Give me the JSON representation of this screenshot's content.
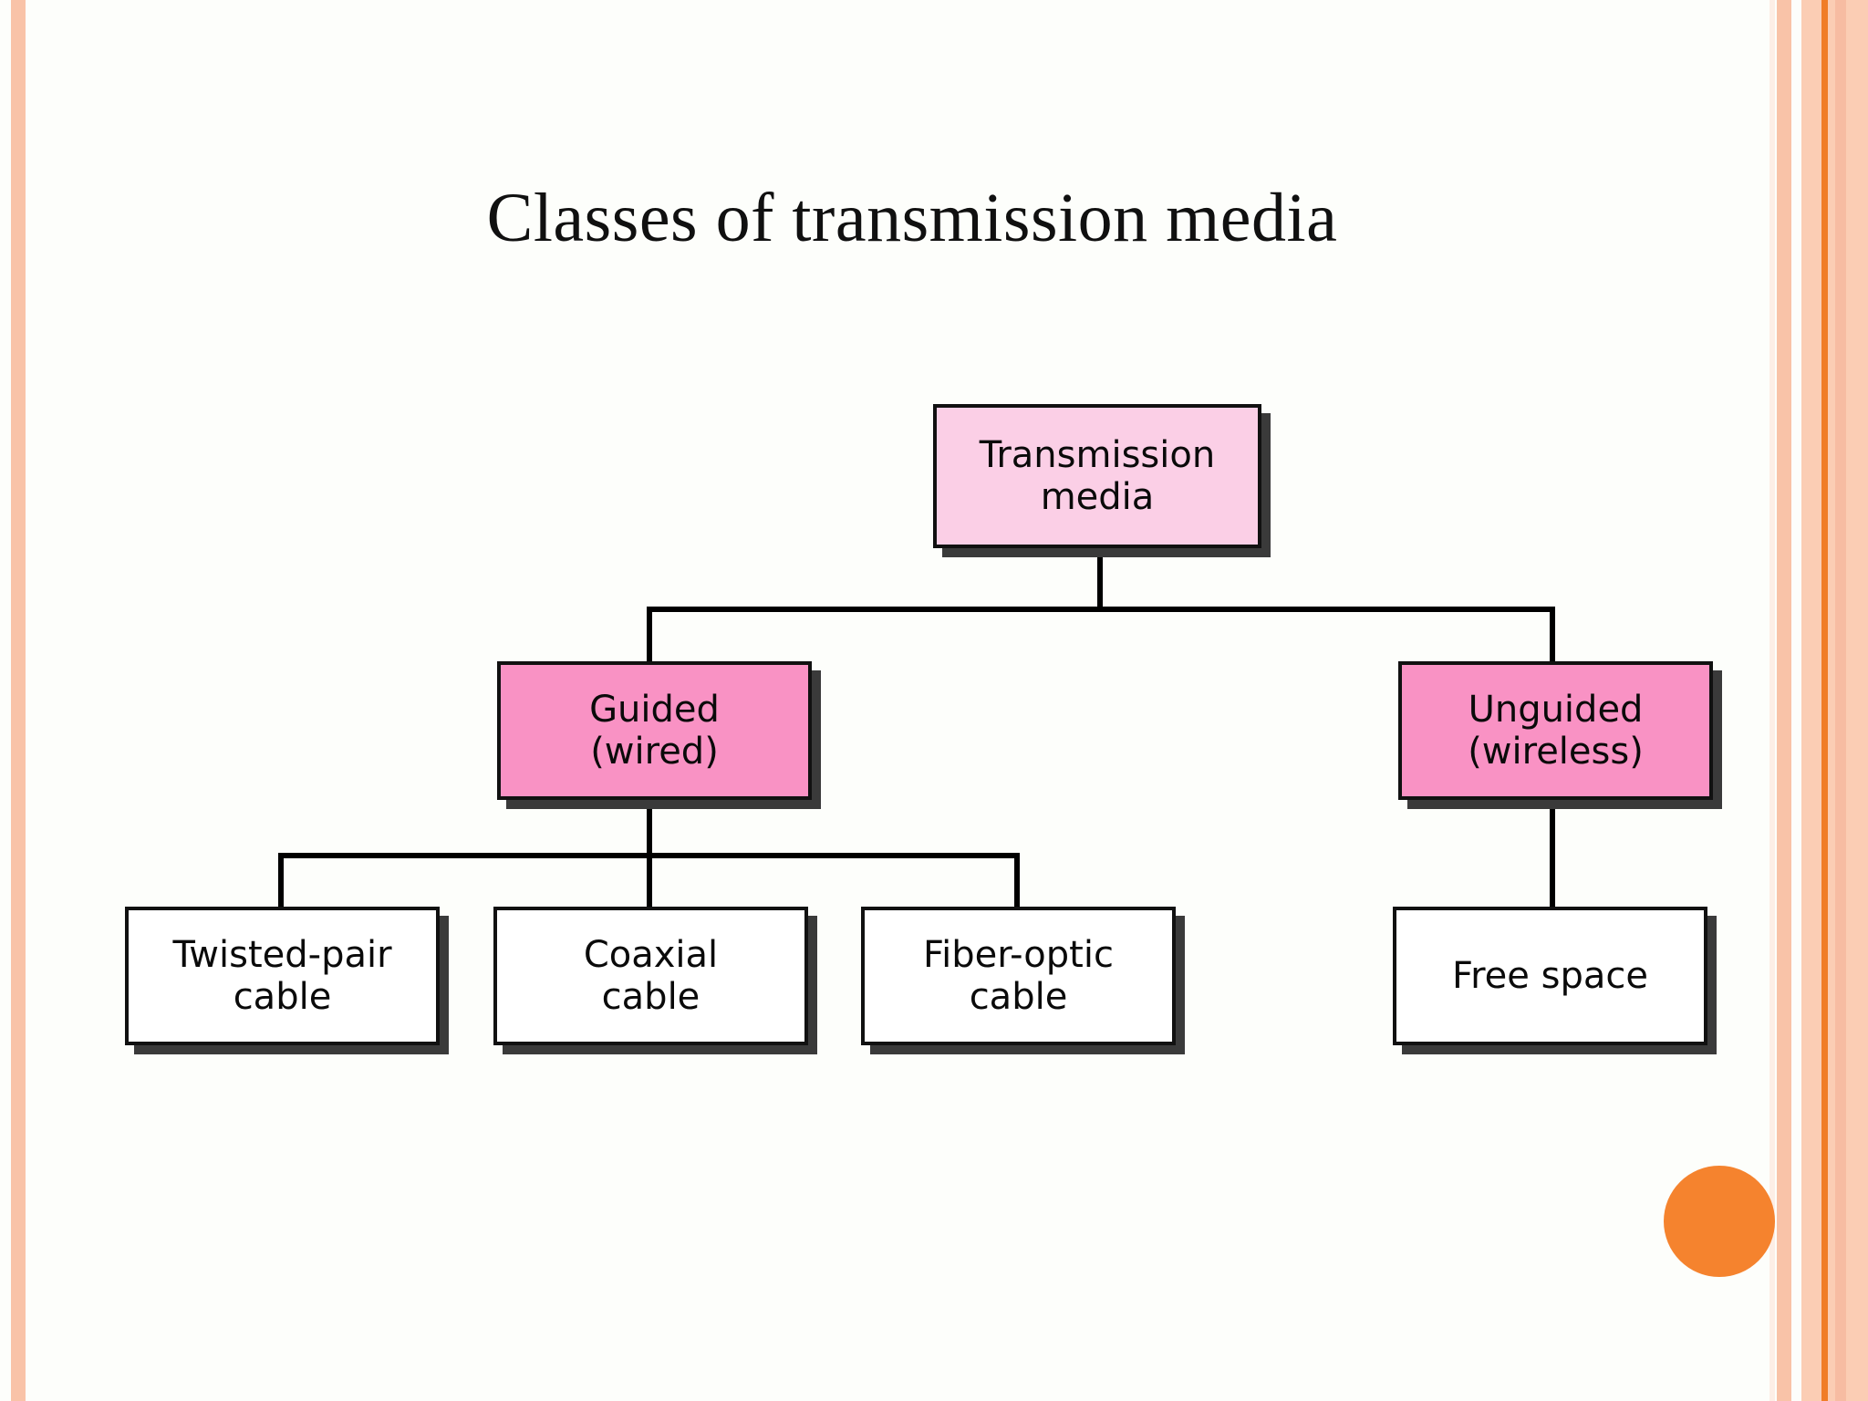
{
  "slide": {
    "title": "Classes of transmission media",
    "background_color": "#fdfefb",
    "accent_color": "#f5832e",
    "edge_stripe_color": "#f9c3a8"
  },
  "diagram": {
    "type": "tree",
    "nodes": {
      "root": {
        "id": "transmission-media",
        "label": "Transmission\nmedia",
        "fill": "#fbcfe6",
        "level": 0
      },
      "branches": [
        {
          "id": "guided-wired",
          "label": "Guided\n(wired)",
          "fill": "#f992c4",
          "level": 1
        },
        {
          "id": "unguided-wireless",
          "label": "Unguided\n(wireless)",
          "fill": "#f992c4",
          "level": 1
        }
      ],
      "leaves": [
        {
          "id": "twisted-pair-cable",
          "label": "Twisted-pair\ncable",
          "fill": "#ffffff",
          "level": 2,
          "parent": "guided-wired"
        },
        {
          "id": "coaxial-cable",
          "label": "Coaxial\ncable",
          "fill": "#ffffff",
          "level": 2,
          "parent": "guided-wired"
        },
        {
          "id": "fiber-optic-cable",
          "label": "Fiber-optic\ncable",
          "fill": "#ffffff",
          "level": 2,
          "parent": "guided-wired"
        },
        {
          "id": "free-space",
          "label": "Free space",
          "fill": "#ffffff",
          "level": 2,
          "parent": "unguided-wireless"
        }
      ]
    }
  }
}
